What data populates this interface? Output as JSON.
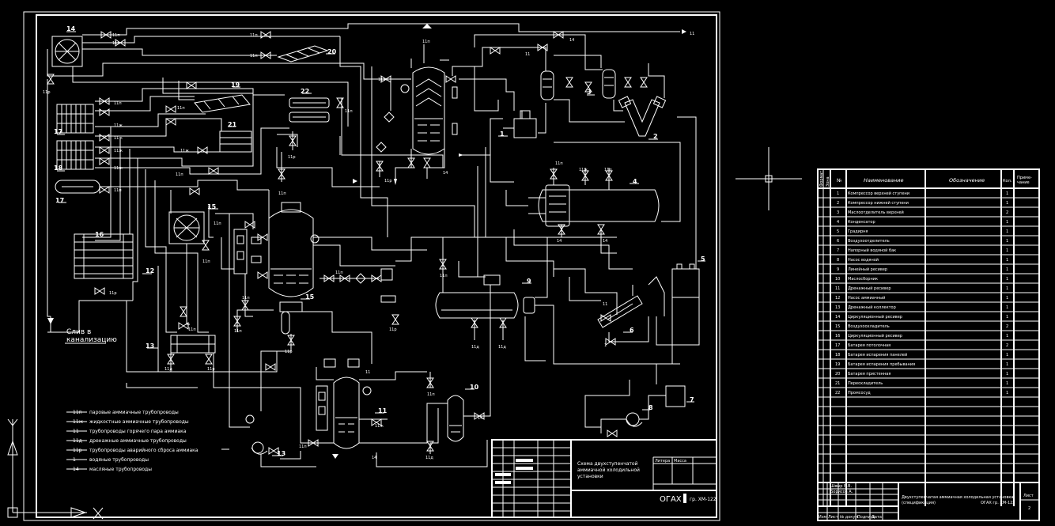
{
  "drawing": {
    "legend": [
      {
        "code": "11п",
        "text": "паровые аммиачные трубопроводы"
      },
      {
        "code": "11ж",
        "text": "жидкостные аммиачные трубопроводы"
      },
      {
        "code": "11",
        "text": "трубопроводы горячего пара аммиака"
      },
      {
        "code": "11д",
        "text": "дренажные аммиачные трубопроводы"
      },
      {
        "code": "11р",
        "text": "трубопроводы аварийного сброса аммиака"
      },
      {
        "code": "1",
        "text": "водяные трубопроводы"
      },
      {
        "code": "14",
        "text": "масляные трубопроводы"
      }
    ],
    "drain_label_line1": "Слив в",
    "drain_label_line2": "канализацию",
    "equipment_numbers": [
      "1",
      "2",
      "3",
      "4",
      "5",
      "6",
      "7",
      "8",
      "9",
      "10",
      "11",
      "12",
      "13",
      "13",
      "14",
      "15",
      "15",
      "16",
      "17",
      "17",
      "18",
      "19",
      "20",
      "21",
      "22"
    ],
    "title_block": {
      "name_line1": "Схема двухступенчатой",
      "name_line2": "аммиачной холодильной",
      "name_line3": "установки",
      "col_lit": "Литера",
      "col_mass": "Масса",
      "org": "ОГАХ",
      "group": "гр. ХМ-122"
    }
  },
  "spec": {
    "headers": {
      "format": "Формат",
      "zone": "Зона",
      "pos": "№",
      "name": "Наименование",
      "designation": "Обозначение",
      "qty": "Кол.",
      "note_line1": "Приме-",
      "note_line2": "чание"
    },
    "rows": [
      {
        "pos": "1",
        "name": "Компрессор верхней ступени",
        "qty": "1"
      },
      {
        "pos": "2",
        "name": "Компрессор нижней ступени",
        "qty": "1"
      },
      {
        "pos": "3",
        "name": "Маслоотделитель верхней",
        "qty": "2"
      },
      {
        "pos": "4",
        "name": "Конденсатор",
        "qty": "1"
      },
      {
        "pos": "5",
        "name": "Градирня",
        "qty": "1"
      },
      {
        "pos": "6",
        "name": "Воздухоотделитель",
        "qty": "1"
      },
      {
        "pos": "7",
        "name": "Напорный водяной бак",
        "qty": "1"
      },
      {
        "pos": "8",
        "name": "Насос водяной",
        "qty": "1"
      },
      {
        "pos": "9",
        "name": "Линейный ресивер",
        "qty": "1"
      },
      {
        "pos": "10",
        "name": "Маслосборник",
        "qty": "1"
      },
      {
        "pos": "11",
        "name": "Дренажный ресивер",
        "qty": "1"
      },
      {
        "pos": "12",
        "name": "Насос аммиачный",
        "qty": "1"
      },
      {
        "pos": "13",
        "name": "Дренажный коллектор",
        "qty": "1"
      },
      {
        "pos": "14",
        "name": "Циркуляционный ресивер",
        "qty": "1"
      },
      {
        "pos": "15",
        "name": "Воздухоохладитель",
        "qty": "2"
      },
      {
        "pos": "16",
        "name": "Циркуляционный ресивер",
        "qty": "1"
      },
      {
        "pos": "17",
        "name": "Батарея потолочная",
        "qty": "2"
      },
      {
        "pos": "18",
        "name": "Батарея испарения панелей",
        "qty": "1"
      },
      {
        "pos": "19",
        "name": "Батарея испарения пребывания",
        "qty": "1"
      },
      {
        "pos": "20",
        "name": "Батарея пристенная",
        "qty": "1"
      },
      {
        "pos": "21",
        "name": "Переохладитель",
        "qty": "1"
      },
      {
        "pos": "22",
        "name": "Промсосуд",
        "qty": "1"
      }
    ],
    "footer": {
      "names": [
        "Швыр В.В.",
        "Борисов А.",
        "",
        ""
      ],
      "cols": [
        "Изм.",
        "Лист",
        "№ докум.",
        "Подпись",
        "Дата"
      ],
      "title_line1": "Двухступенчатая аммиачная холодильная установка",
      "title_line2": "(спецификация)",
      "group": "ОГАХ гр. ХМ-122",
      "sheet_label": "Лист",
      "sheet_no": "2"
    }
  }
}
